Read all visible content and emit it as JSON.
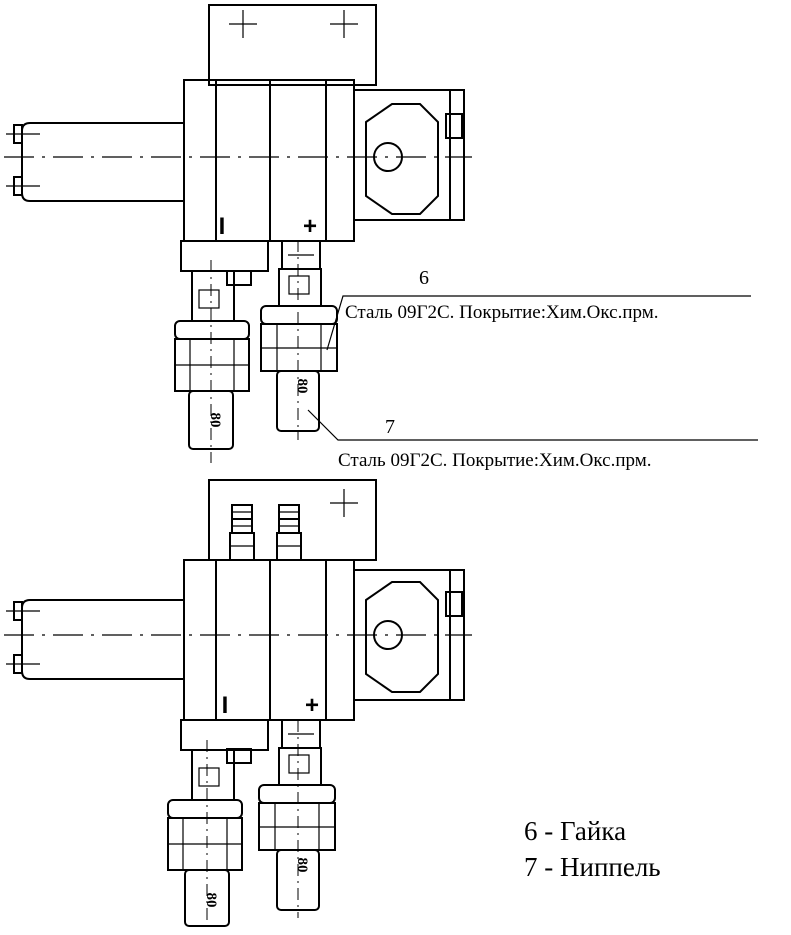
{
  "callouts": {
    "c6": {
      "number": "6",
      "text": "Сталь 09Г2С. Покрытие:Хим.Окс.прм."
    },
    "c7": {
      "number": "7",
      "text": "Сталь 09Г2С. Покрытие:Хим.Окс.прм."
    }
  },
  "markers": {
    "minus": "I",
    "plus": "+",
    "size_label": "80"
  },
  "legend": {
    "items": [
      {
        "label": "6 - Гайка"
      },
      {
        "label": "7 - Ниппель"
      }
    ]
  }
}
